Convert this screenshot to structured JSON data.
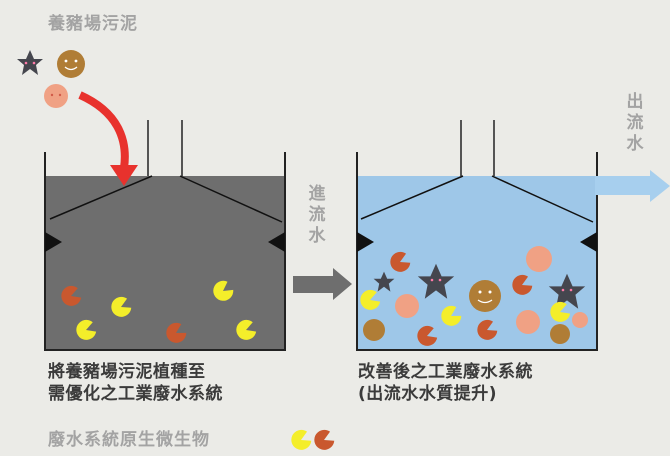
{
  "title": "養豬場污泥",
  "caption_left": [
    "將養豬場污泥植種至",
    "需優化之工業廢水系統"
  ],
  "caption_right": [
    "改善後之工業廢水系統",
    "(出流水水質提升)"
  ],
  "label_inflow": [
    "進",
    "流",
    "水"
  ],
  "label_outflow": [
    "出",
    "流",
    "水"
  ],
  "legend": "廢水系統原生微生物",
  "colors": {
    "background": "#ebebe7",
    "tank_dark": "#6e6e6e",
    "tank_clean": "#9ec7e8",
    "pacman_yellow": "#f4ee2a",
    "pacman_orange": "#c9582e",
    "arrow_red": "#e8322d",
    "arrow_gray": "#6e6e6e",
    "arrow_blue": "#a7cfee"
  }
}
